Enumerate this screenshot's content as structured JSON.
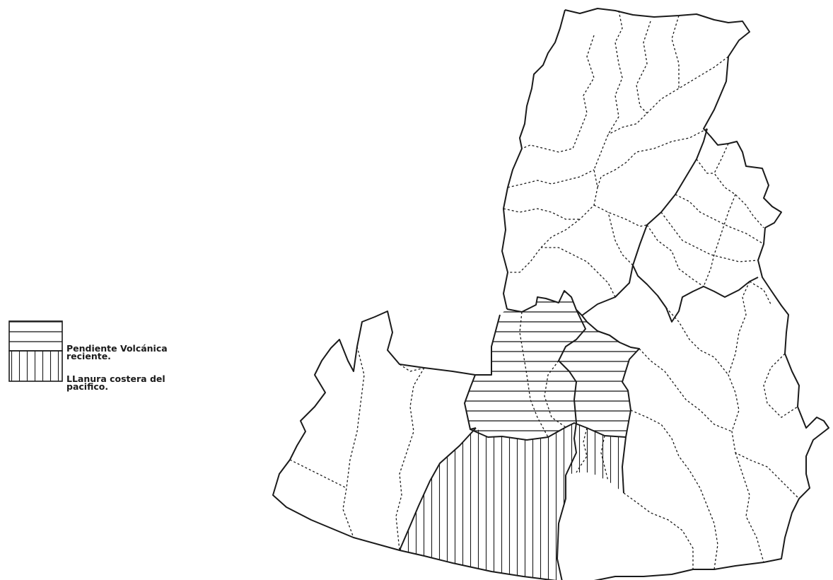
{
  "legend": {
    "volcanic": {
      "line1": "Pendiente Volcánica",
      "line2": "reciente.",
      "pattern": "horizontal-hatch"
    },
    "coastal": {
      "line1": "LLanura costera del",
      "line2": "pacifico.",
      "pattern": "vertical-hatch"
    }
  },
  "colors": {
    "ink": "#1a1a1a",
    "background": "#ffffff"
  }
}
